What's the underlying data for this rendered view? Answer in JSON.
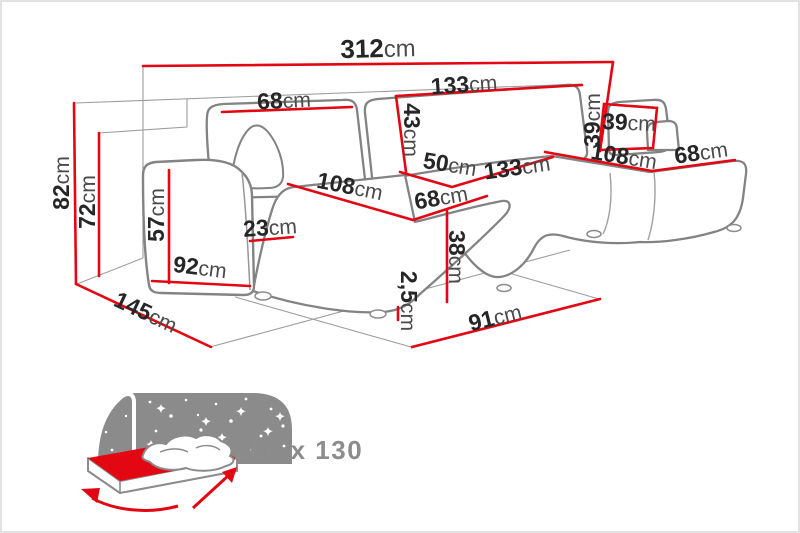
{
  "colors": {
    "dimension_red": "#e30613",
    "sofa_outline": "#838383",
    "thin_line": "#9d9d9d",
    "number_text": "#262626",
    "unit_text": "#4a4a4a",
    "icon_gray": "#8b8b8b"
  },
  "sofa_diagram": {
    "dimensions": {
      "total_width": {
        "value": "312",
        "unit": "cm"
      },
      "back_cushion_left_width": {
        "value": "68",
        "unit": "cm"
      },
      "back_cushion_right_width": {
        "value": "133",
        "unit": "cm"
      },
      "backrest_height": {
        "value": "43",
        "unit": "cm"
      },
      "total_height": {
        "value": "82",
        "unit": "cm"
      },
      "armrest_height": {
        "value": "72",
        "unit": "cm"
      },
      "armrest_front_height": {
        "value": "57",
        "unit": "cm"
      },
      "armrest_top_width": {
        "value": "23",
        "unit": "cm"
      },
      "armrest_front_width": {
        "value": "92",
        "unit": "cm"
      },
      "left_chaise_length": {
        "value": "108",
        "unit": "cm"
      },
      "left_seat_width": {
        "value": "68",
        "unit": "cm"
      },
      "seat_section_small": {
        "value": "50",
        "unit": "cm"
      },
      "seat_section_large": {
        "value": "133",
        "unit": "cm"
      },
      "headrest_side_height": {
        "value": "39",
        "unit": "cm"
      },
      "headrest_width": {
        "value": "39",
        "unit": "cm"
      },
      "right_chaise_length": {
        "value": "108",
        "unit": "cm"
      },
      "right_chaise_width": {
        "value": "68",
        "unit": "cm"
      },
      "seat_height": {
        "value": "38",
        "unit": "cm"
      },
      "leg_height": {
        "value": "2,5",
        "unit": "cm"
      },
      "right_floor_depth": {
        "value": "91",
        "unit": "cm"
      },
      "left_floor_depth": {
        "value": "145",
        "unit": "cm"
      }
    }
  },
  "sleeping_icon": {
    "label": "266 x 130"
  }
}
